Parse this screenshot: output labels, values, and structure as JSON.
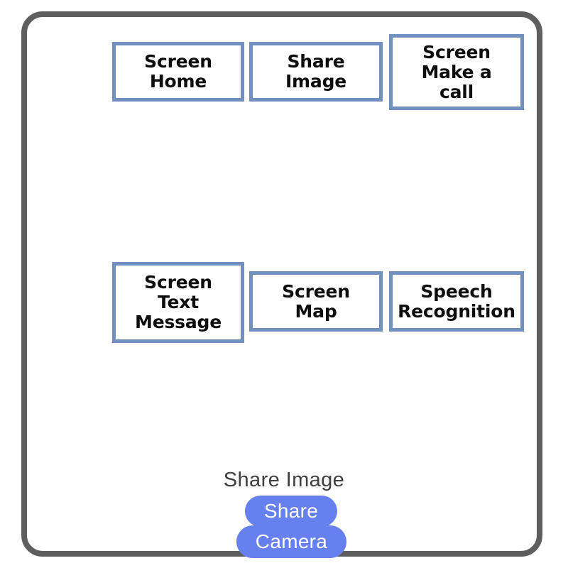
{
  "frame": {
    "border_color": "#5e5e5e",
    "background": "#ffffff"
  },
  "theme": {
    "box_border_color": "#718fbf",
    "box_fill_color": "#ffffff",
    "box_text_color": "#0d0d0d",
    "pill_color": "#6680ef",
    "pill_text_color": "#ffffff",
    "caption_color": "#3f3f3f"
  },
  "diagram": {
    "rows": [
      {
        "name": "top-row",
        "boxes": [
          {
            "id": "screen-home",
            "label": "Screen\nHome"
          },
          {
            "id": "share-image",
            "label": "Share\nImage"
          },
          {
            "id": "make-a-call",
            "label": "Screen\nMake a\ncall"
          }
        ]
      },
      {
        "name": "second-row",
        "boxes": [
          {
            "id": "text-message",
            "label": "Screen\nText\nMessage"
          },
          {
            "id": "screen-map",
            "label": "Screen\nMap"
          },
          {
            "id": "speech-recog",
            "label": "Speech\nRecognition"
          }
        ]
      }
    ]
  },
  "share_sheet": {
    "title": "Share Image",
    "options": [
      {
        "id": "share",
        "label": "Share"
      },
      {
        "id": "camera",
        "label": "Camera"
      }
    ]
  }
}
